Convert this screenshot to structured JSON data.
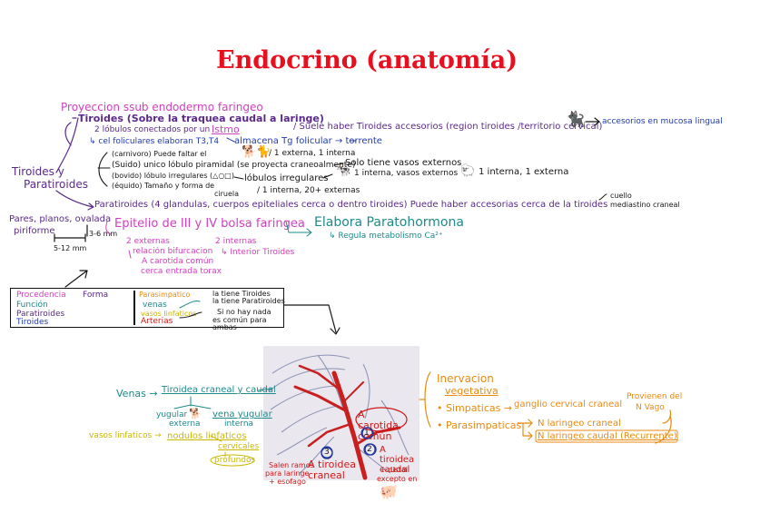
{
  "title": "Endocrino (anatomía)",
  "top": {
    "proyeccion": "Proyeccion ssub endodermo faringeo",
    "tiroides_head": "Tiroides (Sobre la traquea caudal a laringe)",
    "lobulos": "2 lóbulos conectados por un",
    "istmo": "Istmo",
    "cel_foliculares": "↳ cel foliculares elaboran T3,T4",
    "almacena": "almacena Tg folicular → torrente",
    "suele_haber": "/ Suele haber Tiroides accesorios (region tiroides /territorio cervical)",
    "accesorios_lingual": "accesorios en mucosa lingual",
    "carnivoro": "(carnivoro) Puede faltar el",
    "carnivoro_b": "/ 1 externa, 1 interna",
    "suido": "(Suido) unico lóbulo piramidal (se proyecta craneoalmente)",
    "solo_tiene": "Solo tiene vasos externos",
    "bovido": "(bovido) lóbulo irregulares (△○□)",
    "lobulos_irregulares": "lóbulos irregulares",
    "una_interna_vasos": "1 interna, vasos externos",
    "una_interna_ext": "1 interna, 1 externa",
    "equido": "(équido) Tamaño y forma de",
    "ciruela": "ciruela",
    "una_interna_20": "/ 1 interna, 20+ externas",
    "tiroides_y": "Tiroides y",
    "paratiroides_left": "Paratiroides"
  },
  "paratiroides": {
    "pares": "Pares, planos, ovalada",
    "piriforme": "piriforme",
    "size": "3-6 mm",
    "scale": "5-12 mm",
    "head": "Paratiroides (4 glandulas, cuerpos epiteliales cerca o dentro tiroides) Puede haber accesorias cerca de la tiroides",
    "cuello": "cuello",
    "mediastino": "mediastino craneal",
    "epitelio": "Epitelio de III y IV bolsa faringea",
    "externas": "2 externas",
    "relacion": "relación bifurcacion",
    "carotida_comun": "A carotida común",
    "cerca_entrada": "cerca entrada torax",
    "internas": "2 internas",
    "interior": "↳ Interior Tiroides",
    "elabora": "Elabora Paratohormona",
    "regula": "↳ Regula metabolismo Ca²⁺"
  },
  "legend": {
    "left": [
      "Procedencia",
      "Función",
      "Paratiroides",
      "Tiroides"
    ],
    "forma": "Forma",
    "parasimpatico": "Parasimpatico",
    "venas": "venas",
    "vasos_linfaticos": "vasos linfaticos",
    "arterias": "Arterias",
    "la_tiene_tiroides": "la tiene Tiroides",
    "la_tiene_paratiroides": "la tiene Paratiroides",
    "si_no_hay_nada": "Si no hay nada",
    "es_comun": "es común para ambas"
  },
  "bottom": {
    "venas": "Venas →",
    "tiroidea": "Tiroidea craneal y caudal",
    "vena_yugular": "vena yugular",
    "yugular_externa_a": "yugular",
    "yugular_externa_b": "externa",
    "interna": "interna",
    "vasos_linfaticos": "vasos linfaticos →",
    "nodulos": "nodulos linfaticos",
    "cervicales": "cervicales",
    "profundos": "profundos",
    "carotida_label": "A carotida común",
    "a_tiroidea_caudal": "A tiroidea caudal",
    "a_tiroidea_craneal": "A tiroidea craneal",
    "salen_ramos": "Salen ramos",
    "para_laringe": "para laringe",
    "esofago": "+ esofago",
    "mas_distal": "+ distal",
    "excepto_en": "excepto en",
    "num1": "1",
    "num2": "2",
    "num3": "3",
    "inervacion": "Inervacion",
    "vegetativa": "vegetativa",
    "simpaticas": "• Simpaticas →",
    "ganglio": "ganglio cervical craneal",
    "parasimpaticas": "• Parasimpaticas",
    "n_laringeo_craneal": "N laringeo craneal",
    "n_laringeo_caudal": "N laringeo caudal (Recurrente)",
    "provienen": "Provienen del",
    "n_vago": "N Vago"
  }
}
